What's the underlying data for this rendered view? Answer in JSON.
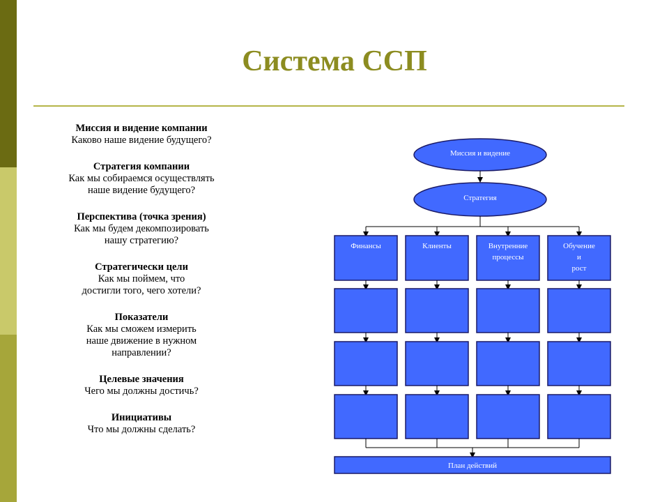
{
  "title": "Система ССП",
  "left_column": [
    {
      "heading": "Миссия и видение компании",
      "lines": [
        "Каково наше видение будущего?"
      ]
    },
    {
      "heading": "Стратегия компании",
      "lines": [
        "Как мы собираемся осуществлять",
        "наше видение будущего?"
      ]
    },
    {
      "heading": "Перспектива (точка зрения)",
      "lines": [
        "Как мы будем декомпозировать",
        "нашу стратегию?"
      ]
    },
    {
      "heading": "Стратегически цели",
      "lines": [
        "Как мы поймем, что",
        "достигли того, чего хотели?"
      ]
    },
    {
      "heading": "Показатели",
      "lines": [
        "Как мы сможем измерить",
        "наше движение в нужном",
        "направлении?"
      ]
    },
    {
      "heading": "Целевые значения",
      "lines": [
        "Чего мы должны достичь?"
      ]
    },
    {
      "heading": "Инициативы",
      "lines": [
        "Что мы должны сделать?"
      ]
    }
  ],
  "diagram": {
    "mission": "Миссия и видение",
    "strategy": "Стратегия",
    "perspectives": [
      [
        "Финансы"
      ],
      [
        "Клиенты"
      ],
      [
        "Внутренние",
        "процессы"
      ],
      [
        "Обучение",
        "и",
        "рост"
      ]
    ],
    "action_plan": "План действий",
    "colors": {
      "box_fill": "#4169ff",
      "box_stroke": "#1a1a66",
      "connector": "#000000"
    }
  }
}
